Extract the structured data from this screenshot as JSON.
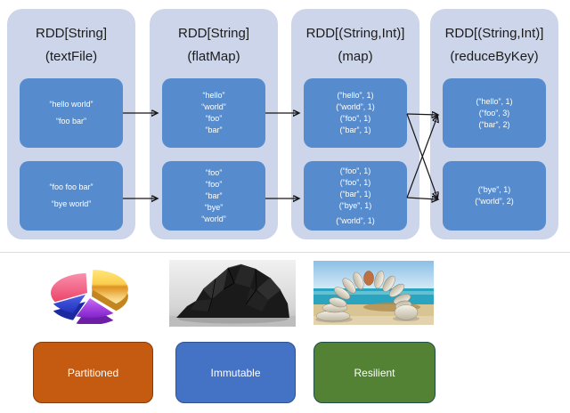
{
  "diagram": {
    "columns": [
      {
        "type_label": "RDD[String]",
        "op_label": "(textFile)",
        "partitions": [
          {
            "lines": [
              "“hello world”",
              "“foo bar”"
            ]
          },
          {
            "lines": [
              "“foo foo bar”",
              "“bye world”"
            ]
          }
        ]
      },
      {
        "type_label": "RDD[String]",
        "op_label": "(flatMap)",
        "partitions": [
          {
            "lines": [
              "“hello”",
              "“world”",
              "“foo”",
              "“bar”"
            ]
          },
          {
            "lines": [
              "“foo”",
              "“foo”",
              "“bar”",
              "“bye”",
              "“world”"
            ]
          }
        ]
      },
      {
        "type_label": "RDD[(String,Int)]",
        "op_label": "(map)",
        "partitions": [
          {
            "lines": [
              "(“hello”, 1)",
              "(“world”, 1)",
              "(“foo”, 1)",
              "(“bar”, 1)"
            ]
          },
          {
            "lines": [
              "(“foo”, 1)",
              "(“foo”, 1)",
              "(“bar”, 1)",
              "(“bye”, 1)",
              "(“world”, 1)"
            ]
          }
        ]
      },
      {
        "type_label": "RDD[(String,Int)]",
        "op_label": "(reduceByKey)",
        "partitions": [
          {
            "lines": [
              "(“hello”, 1)",
              "(“foo”, 3)",
              "(“bar”, 2)"
            ]
          },
          {
            "lines": [
              "(“bye”, 1)",
              "(“world”, 2)"
            ]
          }
        ]
      }
    ]
  },
  "properties": [
    {
      "label": "Partitioned",
      "fill": "#c55a11",
      "border": "#843c0c",
      "image": "pie-chart"
    },
    {
      "label": "Immutable",
      "fill": "#4472c4",
      "border": "#2f528f",
      "image": "black-rock"
    },
    {
      "label": "Resilient",
      "fill": "#548235",
      "border": "#1f4e43",
      "image": "stone-arch"
    }
  ],
  "colors": {
    "column_container_fill": "#cdd5ea",
    "partition_box_fill": "#568ccd",
    "header_text": "#1c1c1c",
    "partition_text": "#ffffff",
    "arrow": "#161616",
    "separator": "#d9dce2",
    "background": "#ffffff"
  }
}
